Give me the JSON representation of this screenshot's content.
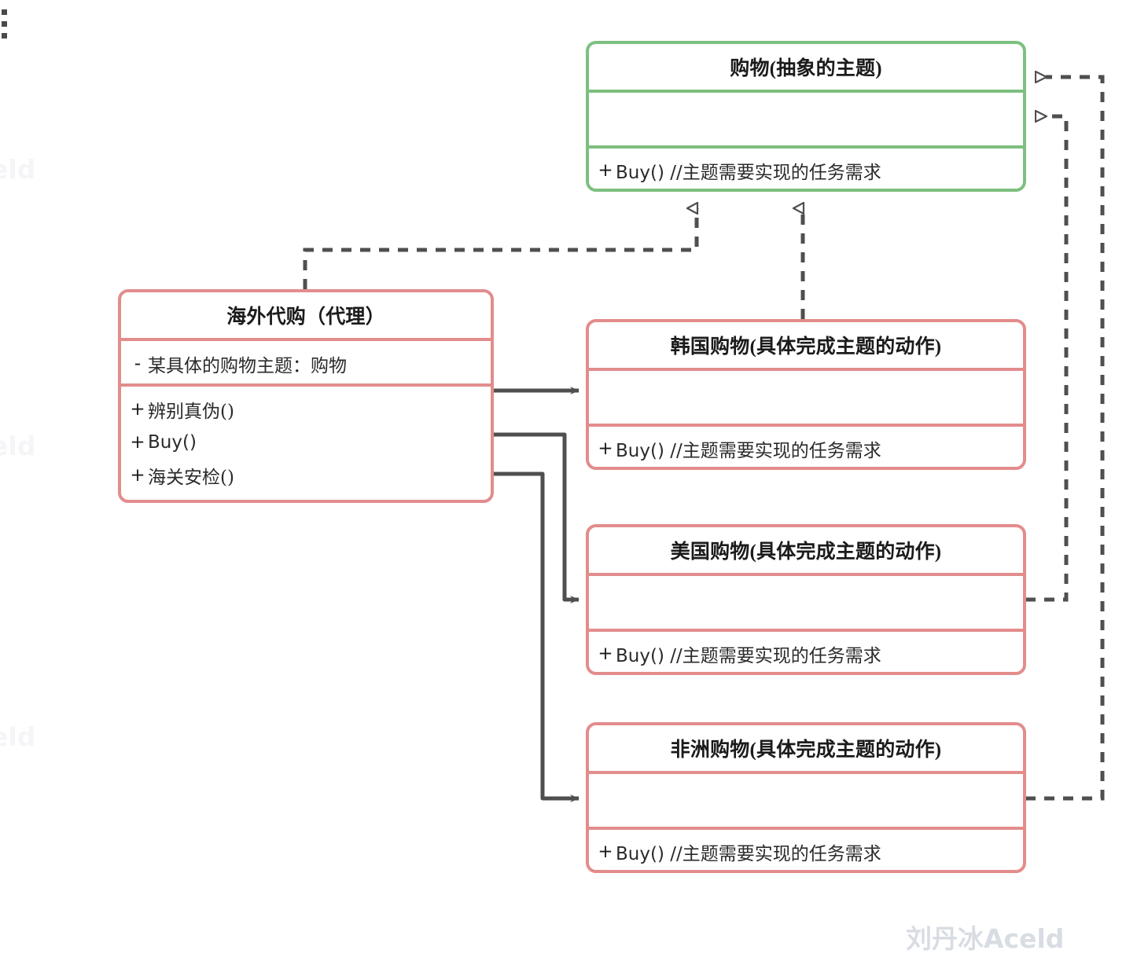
{
  "diagram": {
    "type": "uml-class-diagram",
    "background": "#ffffff",
    "colors": {
      "abstract_border": "#7cc07f",
      "concrete_border": "#e38c8c",
      "connector": "#4f4f4f",
      "watermark": "#d8dde3"
    },
    "classes": [
      {
        "id": "subject",
        "name": "购物(抽象的主题)",
        "stereotype": "abstract",
        "border_color": "#7cc07f",
        "attributes": [],
        "methods": [
          {
            "visibility": "+",
            "signature": "Buy()  //主题需要实现的任务需求"
          }
        ]
      },
      {
        "id": "proxy",
        "name": "海外代购（代理）",
        "stereotype": "proxy",
        "border_color": "#e38c8c",
        "attributes": [
          {
            "visibility": "-",
            "signature": "某具体的购物主题：购物"
          }
        ],
        "methods": [
          {
            "visibility": "+",
            "signature": "辨别真伪()"
          },
          {
            "visibility": "+",
            "signature": "Buy()"
          },
          {
            "visibility": "+",
            "signature": "海关安检()"
          }
        ]
      },
      {
        "id": "korea",
        "name": "韩国购物(具体完成主题的动作)",
        "stereotype": "concrete",
        "border_color": "#e38c8c",
        "attributes": [],
        "methods": [
          {
            "visibility": "+",
            "signature": "Buy()  //主题需要实现的任务需求"
          }
        ]
      },
      {
        "id": "usa",
        "name": "美国购物(具体完成主题的动作)",
        "stereotype": "concrete",
        "border_color": "#e38c8c",
        "attributes": [],
        "methods": [
          {
            "visibility": "+",
            "signature": "Buy()  //主题需要实现的任务需求"
          }
        ]
      },
      {
        "id": "africa",
        "name": "非洲购物(具体完成主题的动作)",
        "stereotype": "concrete",
        "border_color": "#e38c8c",
        "attributes": [],
        "methods": [
          {
            "visibility": "+",
            "signature": "Buy()  //主题需要实现的任务需求"
          }
        ]
      }
    ],
    "relations": [
      {
        "from": "proxy",
        "to": "subject",
        "kind": "realization",
        "line": "dashed",
        "arrow": "hollow-triangle"
      },
      {
        "from": "korea",
        "to": "subject",
        "kind": "realization",
        "line": "dashed",
        "arrow": "hollow-triangle"
      },
      {
        "from": "usa",
        "to": "subject",
        "kind": "realization",
        "line": "dashed",
        "arrow": "hollow-triangle"
      },
      {
        "from": "africa",
        "to": "subject",
        "kind": "realization",
        "line": "dashed",
        "arrow": "hollow-triangle"
      },
      {
        "from": "proxy",
        "to": "korea",
        "kind": "association",
        "line": "solid",
        "arrow": "open-arrow"
      },
      {
        "from": "proxy",
        "to": "usa",
        "kind": "association",
        "line": "solid",
        "arrow": "open-arrow"
      },
      {
        "from": "proxy",
        "to": "africa",
        "kind": "association",
        "line": "solid",
        "arrow": "open-arrow"
      }
    ]
  },
  "watermarks": {
    "main": "刘丹冰Aceld",
    "faint": "eld"
  }
}
